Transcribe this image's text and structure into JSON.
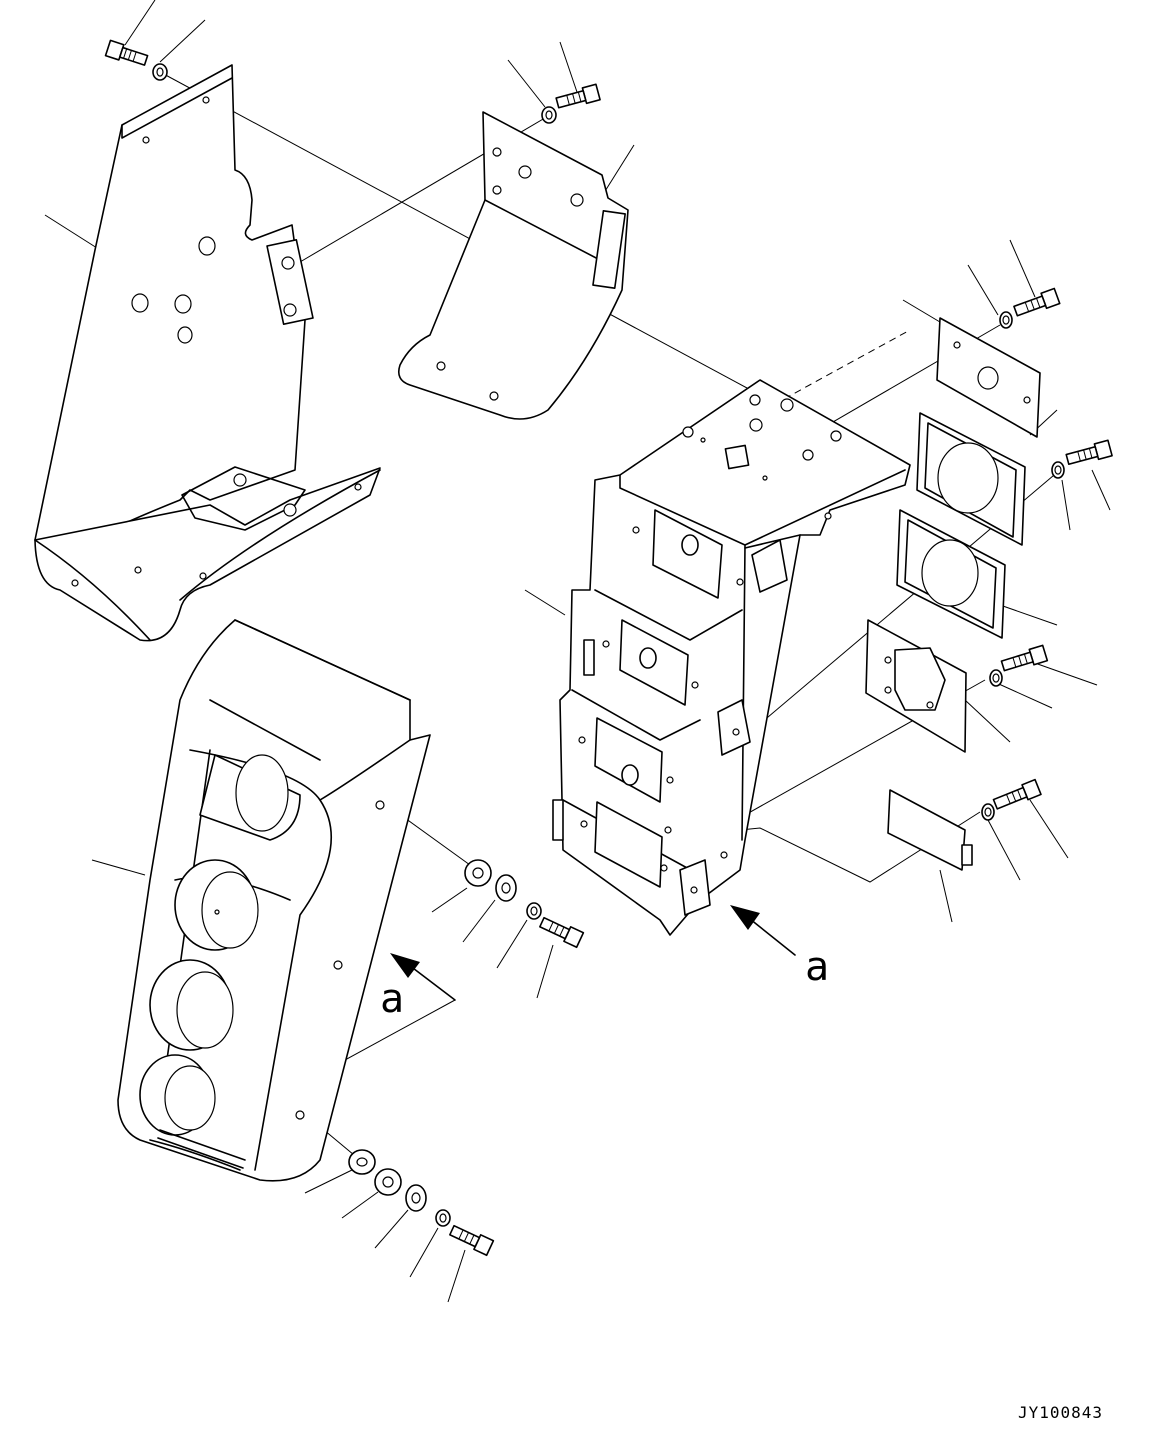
{
  "diagram": {
    "view_labels": [
      "a",
      "a"
    ],
    "drawing_code": "JY100843"
  }
}
